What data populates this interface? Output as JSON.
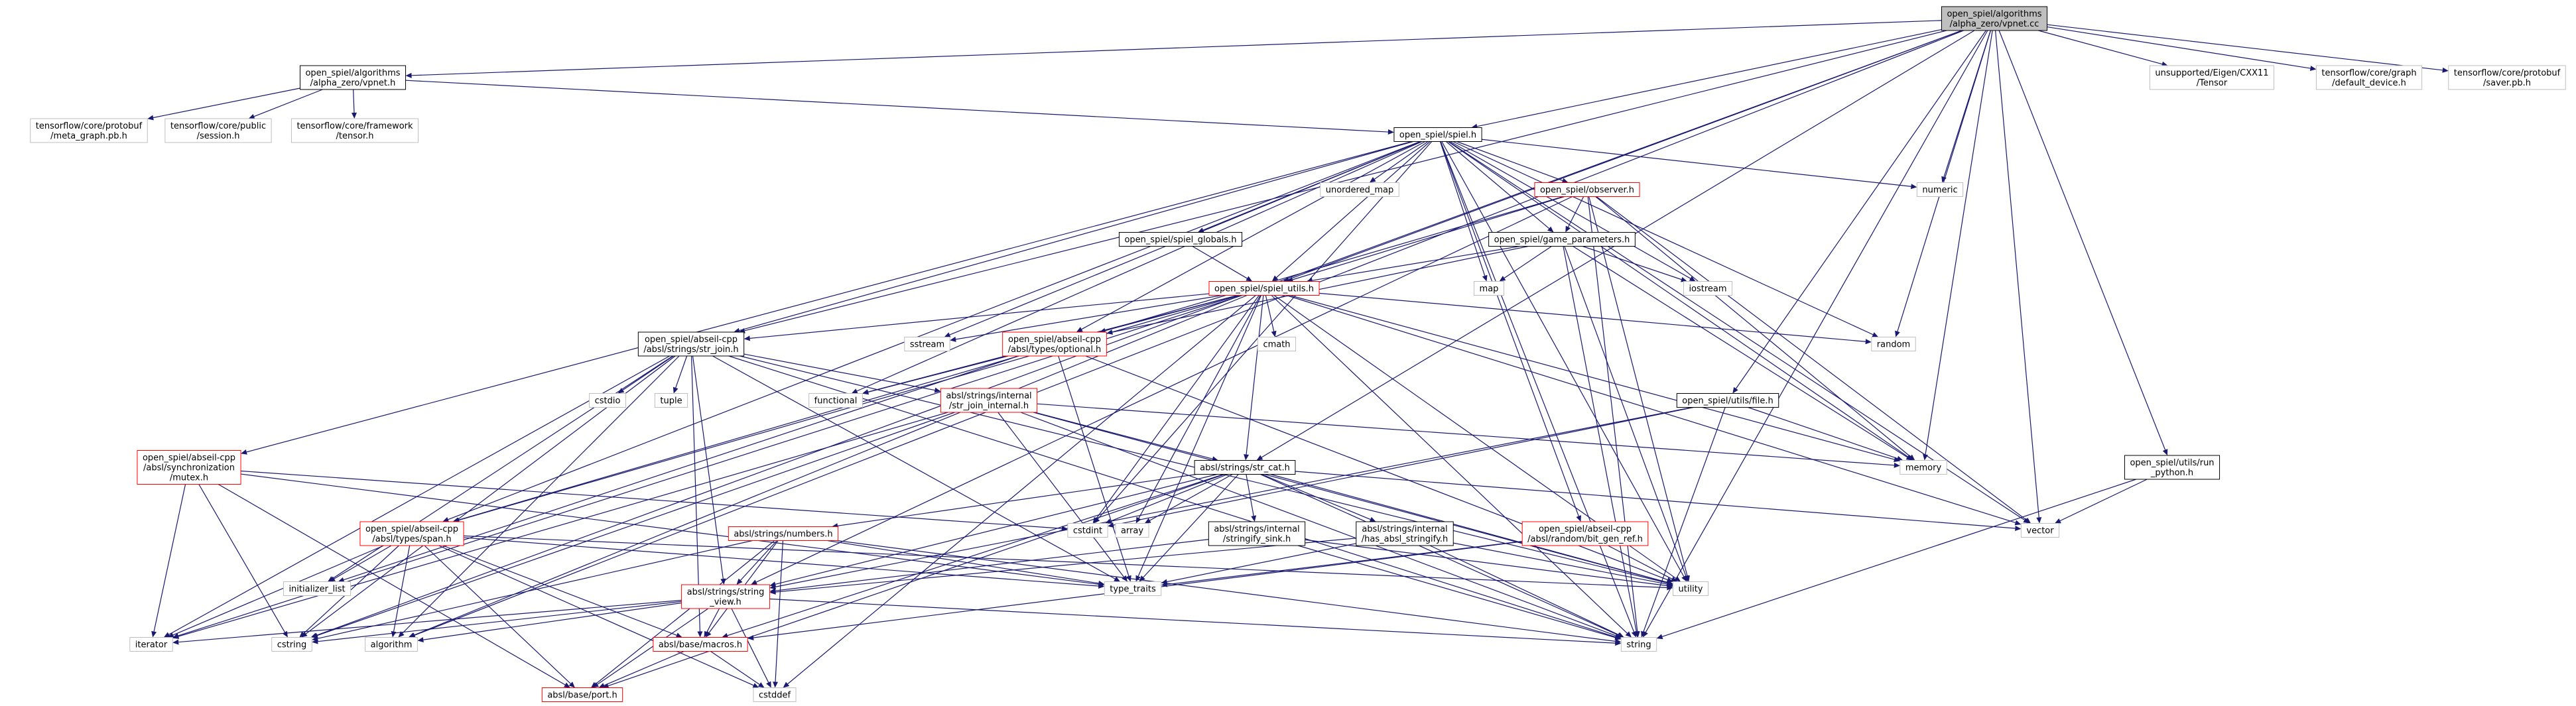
{
  "diagram": {
    "colors": {
      "edge": "#191970",
      "border_documented": "#000000",
      "border_undocumented_children": "#ff0000",
      "border_external": "#bfbfbf",
      "root_fill": "#bfbfbf",
      "node_fill": "#ffffff"
    },
    "nodes": [
      {
        "id": "root",
        "lines": [
          "open_spiel/algorithms",
          "/alpha_zero/vpnet.cc"
        ],
        "style": "root"
      },
      {
        "id": "vpnet_h",
        "lines": [
          "open_spiel/algorithms",
          "/alpha_zero/vpnet.h"
        ],
        "style": "black"
      },
      {
        "id": "tf_meta_graph",
        "lines": [
          "tensorflow/core/protobuf",
          "/meta_graph.pb.h"
        ],
        "style": "gray"
      },
      {
        "id": "tf_session",
        "lines": [
          "tensorflow/core/public",
          "/session.h"
        ],
        "style": "gray"
      },
      {
        "id": "tf_tensor",
        "lines": [
          "tensorflow/core/framework",
          "/tensor.h"
        ],
        "style": "gray"
      },
      {
        "id": "spiel_h",
        "lines": [
          "open_spiel/spiel.h"
        ],
        "style": "black"
      },
      {
        "id": "eigen_tensor",
        "lines": [
          "unsupported/Eigen/CXX11",
          "/Tensor"
        ],
        "style": "gray"
      },
      {
        "id": "tf_default_device",
        "lines": [
          "tensorflow/core/graph",
          "/default_device.h"
        ],
        "style": "gray"
      },
      {
        "id": "tf_saver",
        "lines": [
          "tensorflow/core/protobuf",
          "/saver.pb.h"
        ],
        "style": "gray"
      },
      {
        "id": "unordered_map",
        "lines": [
          "unordered_map"
        ],
        "style": "gray"
      },
      {
        "id": "observer_h",
        "lines": [
          "open_spiel/observer.h"
        ],
        "style": "red"
      },
      {
        "id": "numeric",
        "lines": [
          "numeric"
        ],
        "style": "gray"
      },
      {
        "id": "spiel_globals",
        "lines": [
          "open_spiel/spiel_globals.h"
        ],
        "style": "black"
      },
      {
        "id": "game_parameters",
        "lines": [
          "open_spiel/game_parameters.h"
        ],
        "style": "black"
      },
      {
        "id": "spiel_utils",
        "lines": [
          "open_spiel/spiel_utils.h"
        ],
        "style": "red"
      },
      {
        "id": "map",
        "lines": [
          "map"
        ],
        "style": "gray"
      },
      {
        "id": "iostream",
        "lines": [
          "iostream"
        ],
        "style": "gray"
      },
      {
        "id": "str_join",
        "lines": [
          "open_spiel/abseil-cpp",
          "/absl/strings/str_join.h"
        ],
        "style": "black"
      },
      {
        "id": "sstream",
        "lines": [
          "sstream"
        ],
        "style": "gray"
      },
      {
        "id": "optional_h",
        "lines": [
          "open_spiel/abseil-cpp",
          "/absl/types/optional.h"
        ],
        "style": "red"
      },
      {
        "id": "cmath",
        "lines": [
          "cmath"
        ],
        "style": "gray"
      },
      {
        "id": "random",
        "lines": [
          "random"
        ],
        "style": "gray"
      },
      {
        "id": "functional",
        "lines": [
          "functional"
        ],
        "style": "gray"
      },
      {
        "id": "cstdio",
        "lines": [
          "cstdio"
        ],
        "style": "gray"
      },
      {
        "id": "tuple",
        "lines": [
          "tuple"
        ],
        "style": "gray"
      },
      {
        "id": "str_join_internal",
        "lines": [
          "absl/strings/internal",
          "/str_join_internal.h"
        ],
        "style": "red"
      },
      {
        "id": "file_h",
        "lines": [
          "open_spiel/utils/file.h"
        ],
        "style": "black"
      },
      {
        "id": "mutex_h",
        "lines": [
          "open_spiel/abseil-cpp",
          "/absl/synchronization",
          "/mutex.h"
        ],
        "style": "red"
      },
      {
        "id": "str_cat",
        "lines": [
          "absl/strings/str_cat.h"
        ],
        "style": "black"
      },
      {
        "id": "memory",
        "lines": [
          "memory"
        ],
        "style": "gray"
      },
      {
        "id": "run_python",
        "lines": [
          "open_spiel/utils/run",
          "_python.h"
        ],
        "style": "black"
      },
      {
        "id": "span_h",
        "lines": [
          "open_spiel/abseil-cpp",
          "/absl/types/span.h"
        ],
        "style": "red"
      },
      {
        "id": "numbers_h",
        "lines": [
          "absl/strings/numbers.h"
        ],
        "style": "red"
      },
      {
        "id": "cstdint",
        "lines": [
          "cstdint"
        ],
        "style": "gray"
      },
      {
        "id": "array",
        "lines": [
          "array"
        ],
        "style": "gray"
      },
      {
        "id": "stringify_sink",
        "lines": [
          "absl/strings/internal",
          "/stringify_sink.h"
        ],
        "style": "black"
      },
      {
        "id": "has_absl_stringify",
        "lines": [
          "absl/strings/internal",
          "/has_absl_stringify.h"
        ],
        "style": "black"
      },
      {
        "id": "bit_gen_ref",
        "lines": [
          "open_spiel/abseil-cpp",
          "/absl/random/bit_gen_ref.h"
        ],
        "style": "red"
      },
      {
        "id": "vector",
        "lines": [
          "vector"
        ],
        "style": "gray"
      },
      {
        "id": "initializer_list",
        "lines": [
          "initializer_list"
        ],
        "style": "gray"
      },
      {
        "id": "type_traits",
        "lines": [
          "type_traits"
        ],
        "style": "gray"
      },
      {
        "id": "utility",
        "lines": [
          "utility"
        ],
        "style": "gray"
      },
      {
        "id": "string_view",
        "lines": [
          "absl/strings/string",
          "_view.h"
        ],
        "style": "red"
      },
      {
        "id": "iterator",
        "lines": [
          "iterator"
        ],
        "style": "gray"
      },
      {
        "id": "cstring",
        "lines": [
          "cstring"
        ],
        "style": "gray"
      },
      {
        "id": "algorithm",
        "lines": [
          "algorithm"
        ],
        "style": "gray"
      },
      {
        "id": "macros_h",
        "lines": [
          "absl/base/macros.h"
        ],
        "style": "red"
      },
      {
        "id": "string",
        "lines": [
          "string"
        ],
        "style": "gray"
      },
      {
        "id": "port_h",
        "lines": [
          "absl/base/port.h"
        ],
        "style": "red"
      },
      {
        "id": "cstddef",
        "lines": [
          "cstddef"
        ],
        "style": "gray"
      }
    ],
    "edges": [
      [
        "root",
        "vpnet_h"
      ],
      [
        "root",
        "spiel_h"
      ],
      [
        "root",
        "eigen_tensor"
      ],
      [
        "root",
        "tf_default_device"
      ],
      [
        "root",
        "tf_saver"
      ],
      [
        "root",
        "numeric"
      ],
      [
        "root",
        "random"
      ],
      [
        "root",
        "memory"
      ],
      [
        "root",
        "vector"
      ],
      [
        "root",
        "string"
      ],
      [
        "root",
        "file_h"
      ],
      [
        "root",
        "run_python"
      ],
      [
        "root",
        "spiel_utils"
      ],
      [
        "root",
        "str_join"
      ],
      [
        "root",
        "str_cat"
      ],
      [
        "root",
        "algorithm"
      ],
      [
        "root",
        "cstring"
      ],
      [
        "vpnet_h",
        "tf_meta_graph"
      ],
      [
        "vpnet_h",
        "tf_session"
      ],
      [
        "vpnet_h",
        "tf_tensor"
      ],
      [
        "vpnet_h",
        "spiel_h"
      ],
      [
        "spiel_h",
        "unordered_map"
      ],
      [
        "spiel_h",
        "observer_h"
      ],
      [
        "spiel_h",
        "numeric"
      ],
      [
        "spiel_h",
        "spiel_globals"
      ],
      [
        "spiel_h",
        "game_parameters"
      ],
      [
        "spiel_h",
        "spiel_utils"
      ],
      [
        "spiel_h",
        "map"
      ],
      [
        "spiel_h",
        "iostream"
      ],
      [
        "spiel_h",
        "random"
      ],
      [
        "spiel_h",
        "memory"
      ],
      [
        "spiel_h",
        "vector"
      ],
      [
        "spiel_h",
        "string"
      ],
      [
        "spiel_h",
        "utility"
      ],
      [
        "spiel_h",
        "functional"
      ],
      [
        "spiel_h",
        "sstream"
      ],
      [
        "spiel_h",
        "str_join"
      ],
      [
        "spiel_h",
        "optional_h"
      ],
      [
        "spiel_h",
        "mutex_h"
      ],
      [
        "spiel_h",
        "span_h"
      ],
      [
        "spiel_h",
        "bit_gen_ref"
      ],
      [
        "spiel_h",
        "cstdint"
      ],
      [
        "observer_h",
        "game_parameters"
      ],
      [
        "observer_h",
        "spiel_utils"
      ],
      [
        "observer_h",
        "memory"
      ],
      [
        "observer_h",
        "vector"
      ],
      [
        "observer_h",
        "string"
      ],
      [
        "observer_h",
        "span_h"
      ],
      [
        "observer_h",
        "string_view"
      ],
      [
        "observer_h",
        "utility"
      ],
      [
        "spiel_globals",
        "spiel_utils"
      ],
      [
        "game_parameters",
        "spiel_utils"
      ],
      [
        "game_parameters",
        "map"
      ],
      [
        "game_parameters",
        "iostream"
      ],
      [
        "game_parameters",
        "memory"
      ],
      [
        "game_parameters",
        "string"
      ],
      [
        "game_parameters",
        "utility"
      ],
      [
        "game_parameters",
        "optional_h"
      ],
      [
        "spiel_utils",
        "str_join"
      ],
      [
        "spiel_utils",
        "sstream"
      ],
      [
        "spiel_utils",
        "optional_h"
      ],
      [
        "spiel_utils",
        "cmath"
      ],
      [
        "spiel_utils",
        "random"
      ],
      [
        "spiel_utils",
        "str_cat"
      ],
      [
        "spiel_utils",
        "span_h"
      ],
      [
        "spiel_utils",
        "cstdint"
      ],
      [
        "spiel_utils",
        "array"
      ],
      [
        "spiel_utils",
        "vector"
      ],
      [
        "spiel_utils",
        "string"
      ],
      [
        "spiel_utils",
        "utility"
      ],
      [
        "spiel_utils",
        "type_traits"
      ],
      [
        "spiel_utils",
        "cstddef"
      ],
      [
        "spiel_utils",
        "iterator"
      ],
      [
        "spiel_utils",
        "algorithm"
      ],
      [
        "spiel_utils",
        "functional"
      ],
      [
        "spiel_utils",
        "memory"
      ],
      [
        "str_join",
        "str_join_internal"
      ],
      [
        "str_join",
        "cstdio"
      ],
      [
        "str_join",
        "tuple"
      ],
      [
        "str_join",
        "string_view"
      ],
      [
        "str_join",
        "macros_h"
      ],
      [
        "str_join",
        "cstring"
      ],
      [
        "str_join",
        "initializer_list"
      ],
      [
        "str_join",
        "iterator"
      ],
      [
        "str_join",
        "string"
      ],
      [
        "str_join",
        "type_traits"
      ],
      [
        "str_join",
        "utility"
      ],
      [
        "str_join",
        "algorithm"
      ],
      [
        "optional_h",
        "functional"
      ],
      [
        "optional_h",
        "initializer_list"
      ],
      [
        "optional_h",
        "type_traits"
      ],
      [
        "optional_h",
        "utility"
      ],
      [
        "str_join_internal",
        "str_cat"
      ],
      [
        "str_join_internal",
        "iterator"
      ],
      [
        "str_join_internal",
        "memory"
      ],
      [
        "str_join_internal",
        "string"
      ],
      [
        "str_join_internal",
        "type_traits"
      ],
      [
        "str_join_internal",
        "utility"
      ],
      [
        "str_join_internal",
        "cstring"
      ],
      [
        "file_h",
        "memory"
      ],
      [
        "file_h",
        "string"
      ],
      [
        "file_h",
        "cstdint"
      ],
      [
        "file_h",
        "string_view"
      ],
      [
        "mutex_h",
        "cstdint"
      ],
      [
        "mutex_h",
        "iterator"
      ],
      [
        "mutex_h",
        "cstring"
      ],
      [
        "mutex_h",
        "port_h"
      ],
      [
        "mutex_h",
        "type_traits"
      ],
      [
        "run_python",
        "vector"
      ],
      [
        "run_python",
        "string"
      ],
      [
        "str_cat",
        "numbers_h"
      ],
      [
        "str_cat",
        "stringify_sink"
      ],
      [
        "str_cat",
        "has_absl_stringify"
      ],
      [
        "str_cat",
        "cstdint"
      ],
      [
        "str_cat",
        "array"
      ],
      [
        "str_cat",
        "vector"
      ],
      [
        "str_cat",
        "string"
      ],
      [
        "str_cat",
        "type_traits"
      ],
      [
        "str_cat",
        "utility"
      ],
      [
        "str_cat",
        "string_view"
      ],
      [
        "str_cat",
        "port_h"
      ],
      [
        "str_cat",
        "macros_h"
      ],
      [
        "span_h",
        "initializer_list"
      ],
      [
        "span_h",
        "type_traits"
      ],
      [
        "span_h",
        "utility"
      ],
      [
        "span_h",
        "cstddef"
      ],
      [
        "span_h",
        "algorithm"
      ],
      [
        "span_h",
        "cstring"
      ],
      [
        "span_h",
        "iterator"
      ],
      [
        "span_h",
        "macros_h"
      ],
      [
        "span_h",
        "port_h"
      ],
      [
        "numbers_h",
        "string_view"
      ],
      [
        "numbers_h",
        "cstddef"
      ],
      [
        "numbers_h",
        "cstring"
      ],
      [
        "numbers_h",
        "type_traits"
      ],
      [
        "numbers_h",
        "string"
      ],
      [
        "numbers_h",
        "macros_h"
      ],
      [
        "numbers_h",
        "port_h"
      ],
      [
        "stringify_sink",
        "string_view"
      ],
      [
        "stringify_sink",
        "string"
      ],
      [
        "stringify_sink",
        "utility"
      ],
      [
        "has_absl_stringify",
        "type_traits"
      ],
      [
        "has_absl_stringify",
        "string"
      ],
      [
        "has_absl_stringify",
        "utility"
      ],
      [
        "has_absl_stringify",
        "string_view"
      ],
      [
        "bit_gen_ref",
        "type_traits"
      ],
      [
        "bit_gen_ref",
        "utility"
      ],
      [
        "bit_gen_ref",
        "macros_h"
      ],
      [
        "string_view",
        "cstddef"
      ],
      [
        "string_view",
        "cstring"
      ],
      [
        "string_view",
        "iterator"
      ],
      [
        "string_view",
        "algorithm"
      ],
      [
        "string_view",
        "string"
      ],
      [
        "string_view",
        "macros_h"
      ],
      [
        "string_view",
        "port_h"
      ],
      [
        "macros_h",
        "cstddef"
      ],
      [
        "macros_h",
        "port_h"
      ]
    ]
  }
}
